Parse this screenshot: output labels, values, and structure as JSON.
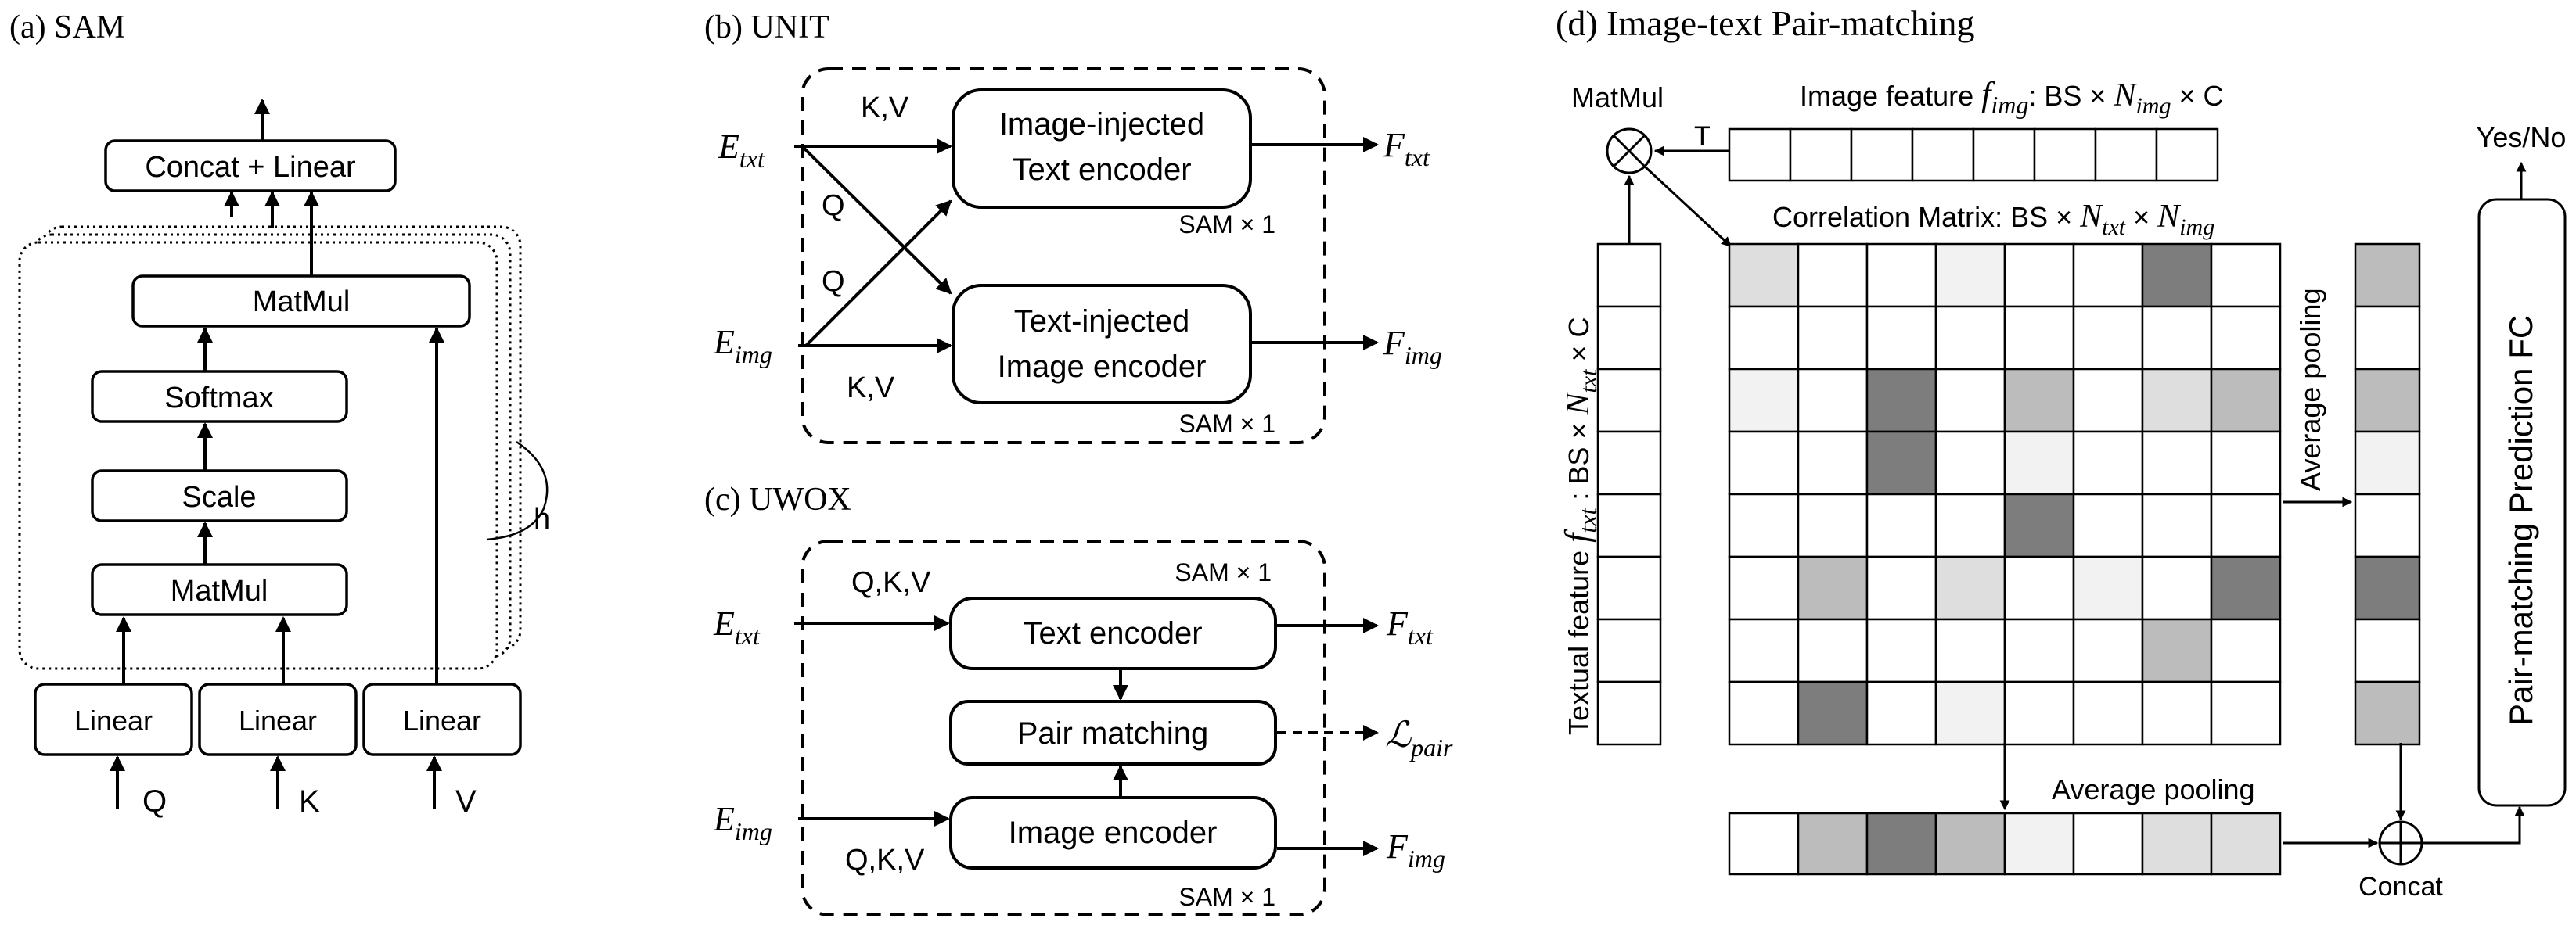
{
  "panels": {
    "sam": {
      "title": "(a) SAM",
      "concat_linear": "Concat + Linear",
      "matmul_top": "MatMul",
      "softmax": "Softmax",
      "scale": "Scale",
      "matmul_bottom": "MatMul",
      "linear_q": "Linear",
      "linear_k": "Linear",
      "linear_v": "Linear",
      "input_q": "Q",
      "input_k": "K",
      "input_v": "V",
      "heads_label": "h"
    },
    "unit": {
      "title": "(b) UNIT",
      "e_txt": "E",
      "e_txt_sub": "txt",
      "e_img": "E",
      "e_img_sub": "img",
      "text_encoder_line1": "Image-injected",
      "text_encoder_line2": "Text encoder",
      "image_encoder_line1": "Text-injected",
      "image_encoder_line2": "Image encoder",
      "sam_text": "SAM × 1",
      "sam_image": "SAM × 1",
      "kv_top": "K,V",
      "q_upper": "Q",
      "q_lower": "Q",
      "kv_bottom": "K,V",
      "f_txt": "F",
      "f_txt_sub": "txt",
      "f_img": "F",
      "f_img_sub": "img"
    },
    "uwox": {
      "title": "(c) UWOX",
      "e_txt": "E",
      "e_txt_sub": "txt",
      "e_img": "E",
      "e_img_sub": "img",
      "qkv_top": "Q,K,V",
      "qkv_bottom": "Q,K,V",
      "sam_top": "SAM × 1",
      "sam_bottom": "SAM × 1",
      "text_encoder": "Text encoder",
      "pair_matching": "Pair matching",
      "image_encoder": "Image encoder",
      "f_txt": "F",
      "f_txt_sub": "txt",
      "f_img": "F",
      "f_img_sub": "img",
      "loss": "ℒ",
      "loss_sub": "pair"
    },
    "matching": {
      "title": "(d) Image-text Pair-matching",
      "matmul": "MatMul",
      "transpose": "T",
      "image_feature_prefix": "Image feature ",
      "image_feature_var": "f",
      "image_feature_var_sub": "img",
      "image_feature_shape_1": ": BS × ",
      "image_feature_shape_n": "N",
      "image_feature_shape_n_sub": "img",
      "image_feature_shape_2": " × C",
      "corr_prefix": "Correlation Matrix: BS × ",
      "corr_n1": "N",
      "corr_n1_sub": "txt",
      "corr_mid": " × ",
      "corr_n2": "N",
      "corr_n2_sub": "img",
      "textual_prefix": "Textual feature ",
      "textual_var": "f",
      "textual_var_sub": "txt",
      "textual_shape_1": " : BS × ",
      "textual_n": "N",
      "textual_n_sub": "txt",
      "textual_shape_2": " × C",
      "avg_pool_right": "Average pooling",
      "avg_pool_bottom": "Average pooling",
      "concat": "Concat",
      "prediction_fc": "Pair-matching Prediction FC",
      "output": "Yes/No",
      "matrix_shades": [
        [
          1,
          0,
          0,
          0.5,
          0,
          0,
          3,
          0
        ],
        [
          0,
          0,
          0,
          0,
          0,
          0,
          0,
          0
        ],
        [
          0.5,
          0,
          3,
          0,
          2,
          0,
          1,
          2
        ],
        [
          0,
          0,
          3,
          0,
          0.5,
          0,
          0,
          0
        ],
        [
          0,
          0,
          0,
          0,
          3,
          0,
          0,
          0
        ],
        [
          0,
          2,
          0,
          1,
          0,
          0.5,
          0,
          3
        ],
        [
          0,
          0,
          0,
          0,
          0,
          0,
          2,
          0
        ],
        [
          0,
          3,
          0,
          0.5,
          0,
          0,
          0,
          0
        ]
      ],
      "row_pool_shades": [
        2,
        0,
        2,
        0.5,
        0,
        3,
        0,
        2
      ],
      "col_pool_shades": [
        0,
        2,
        3,
        2,
        0.5,
        0,
        1,
        1
      ],
      "shade_colors": {
        "0": "#ffffff",
        "0.5": "#f2f2f2",
        "1": "#dedede",
        "2": "#bcbcbc",
        "3": "#7d7d7d"
      }
    }
  }
}
